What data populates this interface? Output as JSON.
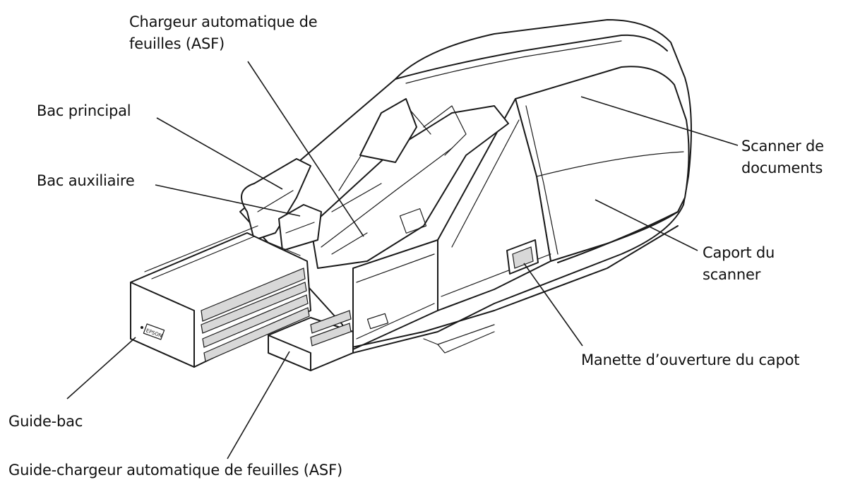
{
  "labels": {
    "asf": [
      "Chargeur automatique de",
      "feuilles (ASF)"
    ],
    "main_tray": "Bac principal",
    "sub_tray": "Bac auxiliaire",
    "scanner": [
      "Scanner de",
      "documents"
    ],
    "scanner_cover": [
      "Caport du",
      "scanner"
    ],
    "cover_lever": "Manette d’ouverture du capot",
    "tray_guide": "Guide-bac",
    "asf_guide": "Guide-chargeur automatique de feuilles (ASF)"
  },
  "device": {
    "logo_text": "EPSON"
  }
}
